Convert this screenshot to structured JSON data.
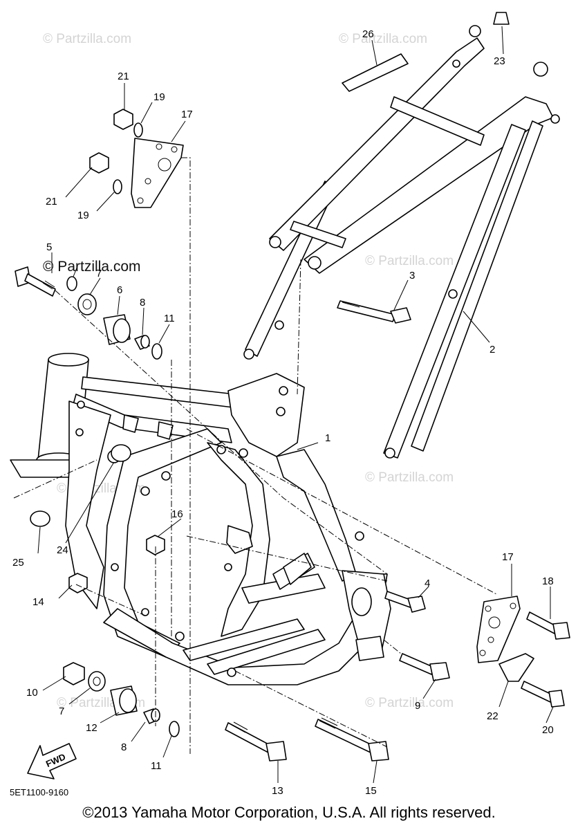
{
  "watermark": {
    "text": "© Partzilla.com",
    "dark_text": "© Partzilla.com"
  },
  "callouts": {
    "p1": "1",
    "p2": "2",
    "p3": "3",
    "p4": "4",
    "p5": "5",
    "p6": "6",
    "p7a": "7",
    "p7b": "7",
    "p8a": "8",
    "p8b": "8",
    "p9": "9",
    "p10": "10",
    "p11a": "11",
    "p11b": "11",
    "p12": "12",
    "p13": "13",
    "p14": "14",
    "p15": "15",
    "p16": "16",
    "p17a": "17",
    "p17b": "17",
    "p18": "18",
    "p19a": "19",
    "p19b": "19",
    "p20": "20",
    "p21a": "21",
    "p21b": "21",
    "p22": "22",
    "p23": "23",
    "p24": "24",
    "p25": "25",
    "p26": "26"
  },
  "fwd_label": "FWD",
  "diagram_code": "5ET1100-9160",
  "copyright": "©2013 Yamaha Motor Corporation, U.S.A. All rights reserved."
}
